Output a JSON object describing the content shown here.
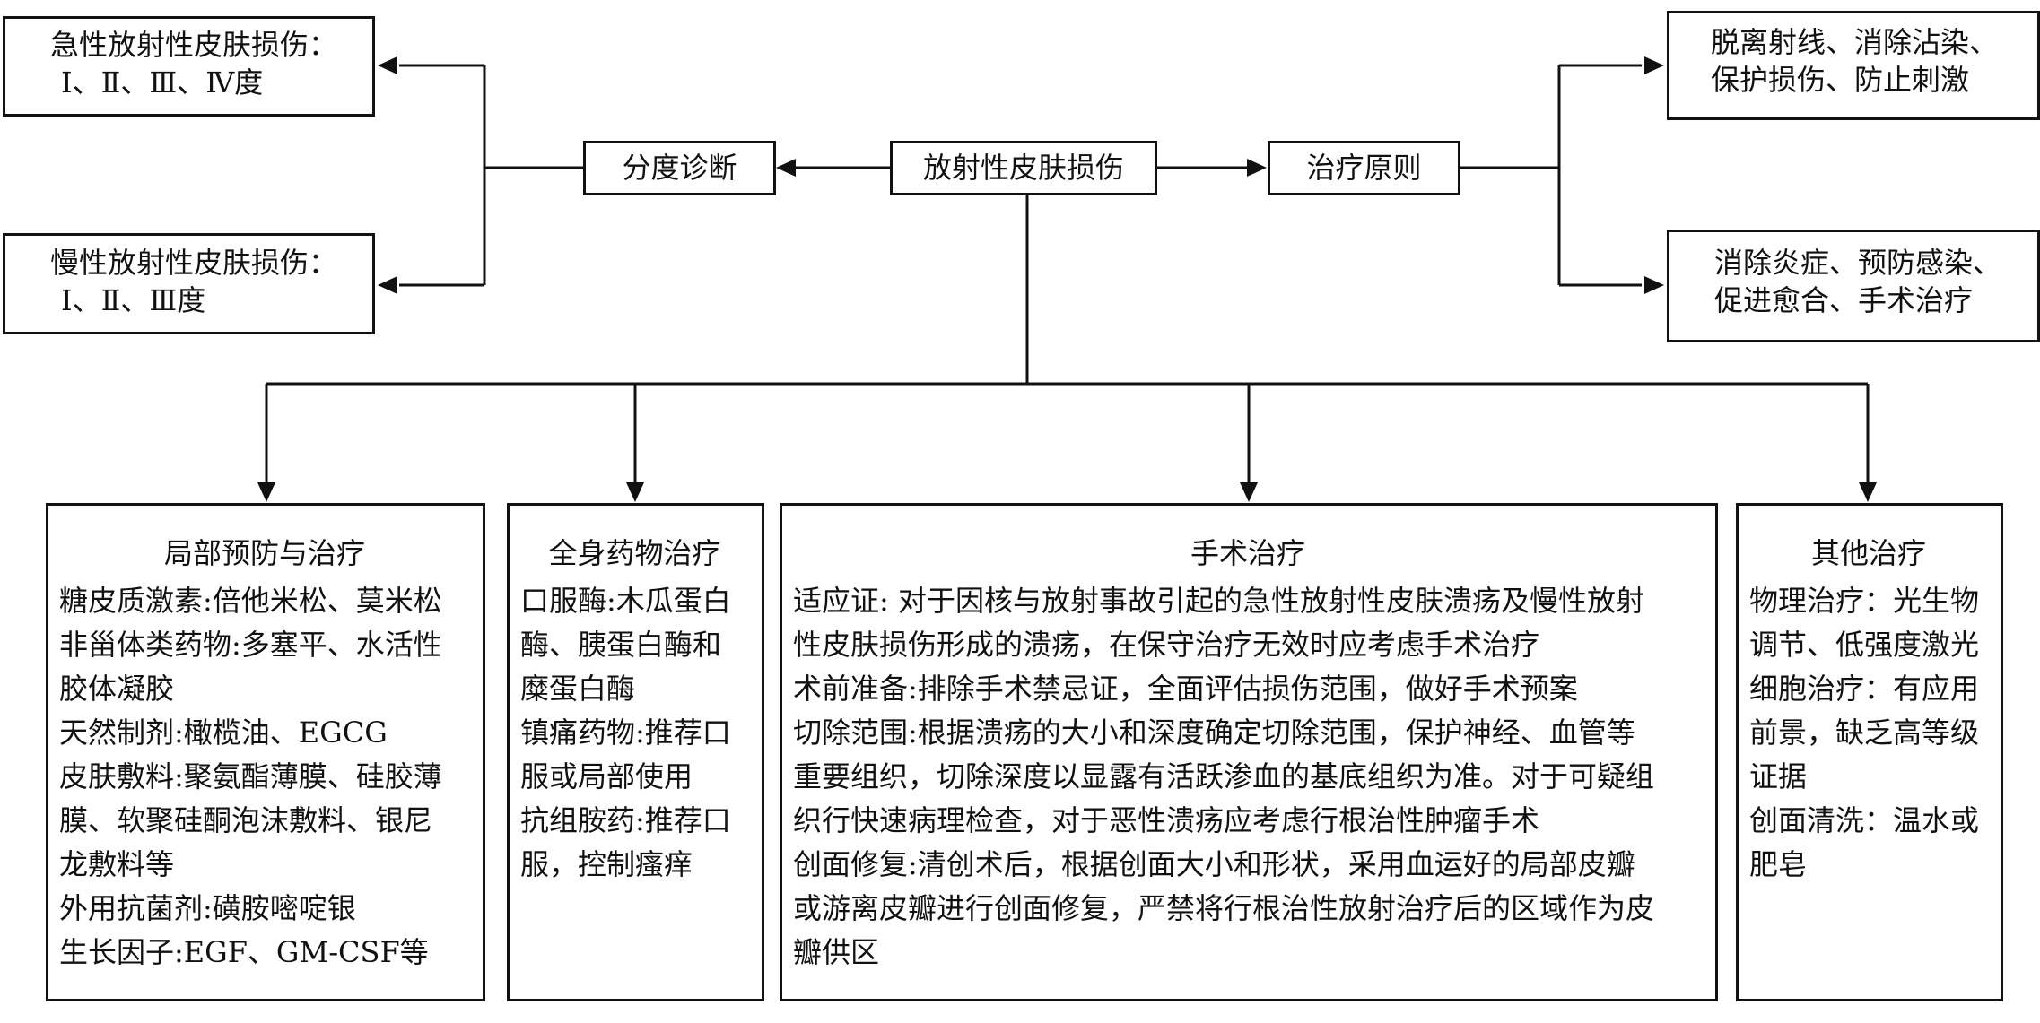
{
  "root": "放射性皮肤损伤",
  "diagnosis": {
    "label": "分度诊断",
    "acute": [
      "急性放射性皮肤损伤：",
      "Ⅰ、Ⅱ、Ⅲ、Ⅳ度"
    ],
    "chronic": [
      "慢性放射性皮肤损伤：",
      "Ⅰ、Ⅱ、Ⅲ度"
    ]
  },
  "principle": {
    "label": "治疗原则",
    "a": [
      "脱离射线、消除沾染、",
      "保护损伤、防止刺激"
    ],
    "b": [
      "消除炎症、预防感染、",
      "促进愈合、手术治疗"
    ]
  },
  "panels": {
    "local": {
      "title": "局部预防与治疗",
      "lines": [
        "糖皮质激素:倍他米松、莫米松",
        "非甾体类药物:多塞平、水活性",
        "胶体凝胶",
        "天然制剂:橄榄油、EGCG",
        "皮肤敷料:聚氨酯薄膜、硅胶薄",
        "膜、软聚硅酮泡沫敷料、银尼",
        "龙敷料等",
        "外用抗菌剂:磺胺嘧啶银",
        "生长因子:EGF、GM-CSF等"
      ]
    },
    "systemic": {
      "title": "全身药物治疗",
      "lines": [
        "口服酶:木瓜蛋白",
        "酶、胰蛋白酶和",
        "糜蛋白酶",
        "镇痛药物:推荐口",
        "服或局部使用",
        "抗组胺药:推荐口",
        "服，控制瘙痒"
      ]
    },
    "surgery": {
      "title": "手术治疗",
      "lines": [
        "适应证: 对于因核与放射事故引起的急性放射性皮肤溃疡及慢性放射",
        "性皮肤损伤形成的溃疡，在保守治疗无效时应考虑手术治疗",
        "术前准备:排除手术禁忌证，全面评估损伤范围，做好手术预案",
        "切除范围:根据溃疡的大小和深度确定切除范围，保护神经、血管等",
        "重要组织，切除深度以显露有活跃渗血的基底组织为准。对于可疑组",
        "织行快速病理检查，对于恶性溃疡应考虑行根治性肿瘤手术",
        "创面修复:清创术后，根据创面大小和形状，采用血运好的局部皮瓣",
        "或游离皮瓣进行创面修复，严禁将行根治性放射治疗后的区域作为皮",
        "瓣供区"
      ]
    },
    "other": {
      "title": "其他治疗",
      "lines": [
        "物理治疗：光生物",
        "调节、低强度激光",
        "细胞治疗：有应用",
        "前景，缺乏高等级",
        "证据",
        "创面清洗：温水或",
        "肥皂"
      ]
    }
  }
}
